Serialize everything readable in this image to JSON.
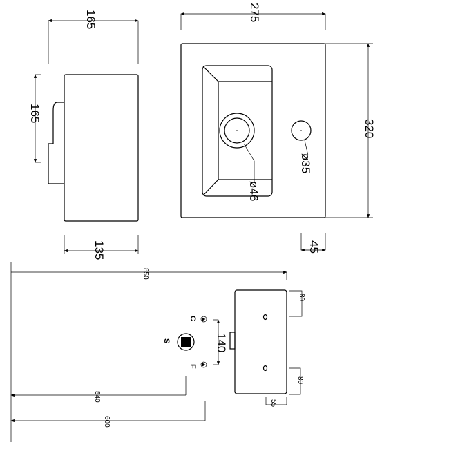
{
  "side_view": {
    "width_top": "165",
    "height_left": "165",
    "width_bottom": "135"
  },
  "top_view": {
    "width": "275",
    "depth": "320",
    "drain_diameter": "ø46",
    "tap_hole_diameter": "ø35",
    "tap_offset": "45"
  },
  "installation_plan": {
    "overall_height": "850",
    "hole_offset_top": "80",
    "hole_offset_bottom": "80",
    "hole_offset_side": "55",
    "supply_spacing": "140",
    "waste_height": "540",
    "supply_height": "600",
    "labels": {
      "cold": "C",
      "waste": "S",
      "feed": "F"
    }
  }
}
